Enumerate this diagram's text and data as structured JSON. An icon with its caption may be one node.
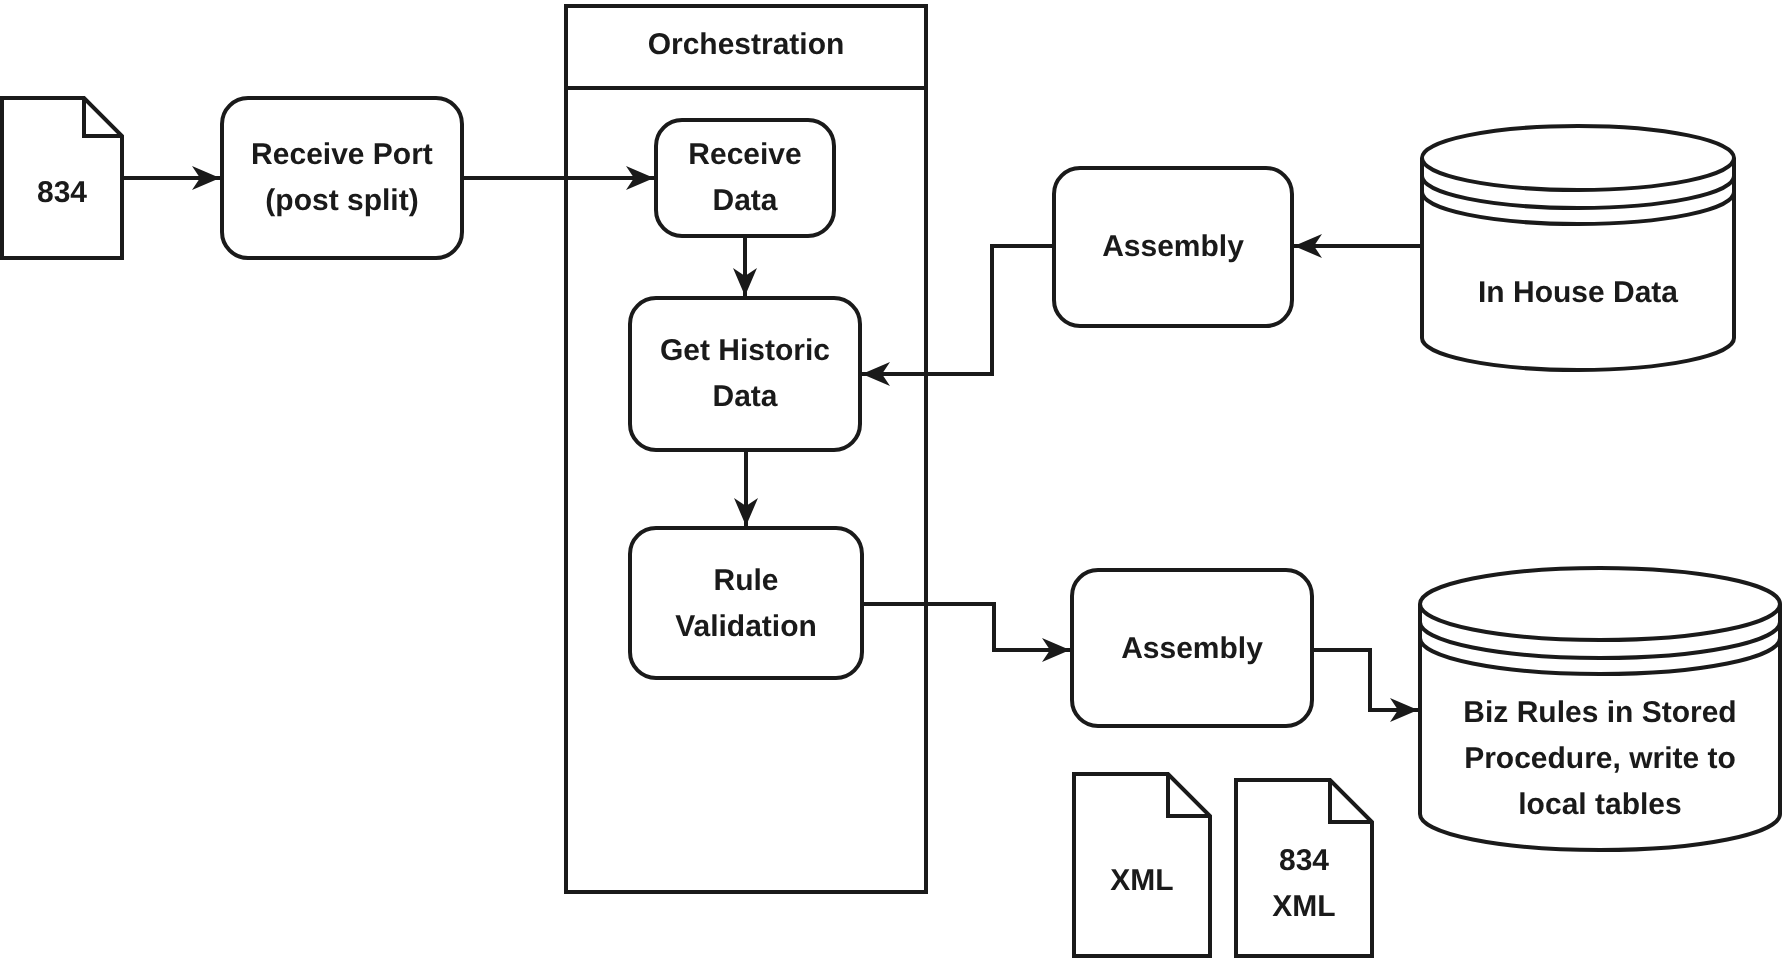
{
  "diagram": {
    "nodes": [
      {
        "text": [
          "834"
        ]
      },
      {
        "text": [
          "Receive Port (post split)"
        ]
      },
      {
        "text": [
          "Orchestration"
        ]
      },
      {
        "text": [
          "Receive Data"
        ],
        "in": 2
      },
      {
        "text": [
          "Get Historic Data"
        ],
        "in": 2
      },
      {
        "text": [
          "Rule Validation"
        ],
        "in": 2
      },
      {
        "text": [
          "Assembly"
        ]
      },
      {
        "text": [
          "In House Data"
        ]
      },
      {
        "text": [
          "Assembly"
        ]
      },
      {
        "text": [
          "Biz Rules in Stored Procedure, write to local tables"
        ]
      },
      {
        "text": [
          "XML"
        ]
      },
      {
        "text": [
          "834 XML"
        ]
      }
    ],
    "edges": [
      {
        "from": 0,
        "to": 1,
        "arrow": "to"
      },
      {
        "from": 1,
        "to": 3,
        "arrow": "to"
      },
      {
        "from": 3,
        "to": 4,
        "arrow": "to"
      },
      {
        "from": 6,
        "to": 4,
        "arrow": "to"
      },
      {
        "from": 7,
        "to": 6,
        "arrow": "to"
      },
      {
        "from": 4,
        "to": 5,
        "arrow": "to"
      },
      {
        "from": 5,
        "to": 8,
        "arrow": "to"
      },
      {
        "from": 8,
        "to": 9,
        "arrow": "to"
      }
    ]
  }
}
